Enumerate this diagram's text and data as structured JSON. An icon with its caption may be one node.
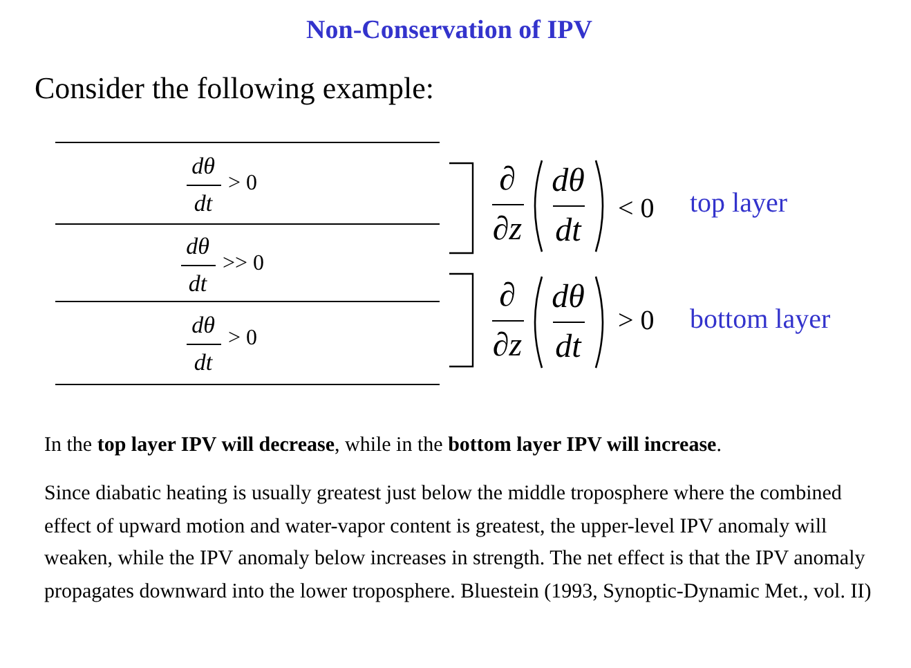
{
  "diagram": {
    "title": "Non-Conservation of IPV",
    "labels": [
      "Consider the following example:",
      "dθ",
      "dt",
      "> 0",
      "∂",
      "∂z",
      "dθ",
      "dt",
      "< 0",
      "top layer",
      "dθ",
      "dt",
      ">> 0",
      "∂",
      "∂z",
      "dθ",
      "dt",
      "> 0",
      "bottom layer",
      "dθ",
      "dt",
      "> 0",
      "In the **top layer IPV will decrease**, while in the **bottom layer IPV will increase**.",
      "Since diabatic heating is usually greatest just below the middle troposphere where the combined effect of upward motion and water-vapor content is greatest, the upper-level IPV anomaly will weaken, while the IPV anomaly below increases in strength. The net effect is that the IPV anomaly propagates downward into the lower troposphere. Bluestein (1993, Synoptic-Dynamic Met., vol. II)"
    ]
  }
}
